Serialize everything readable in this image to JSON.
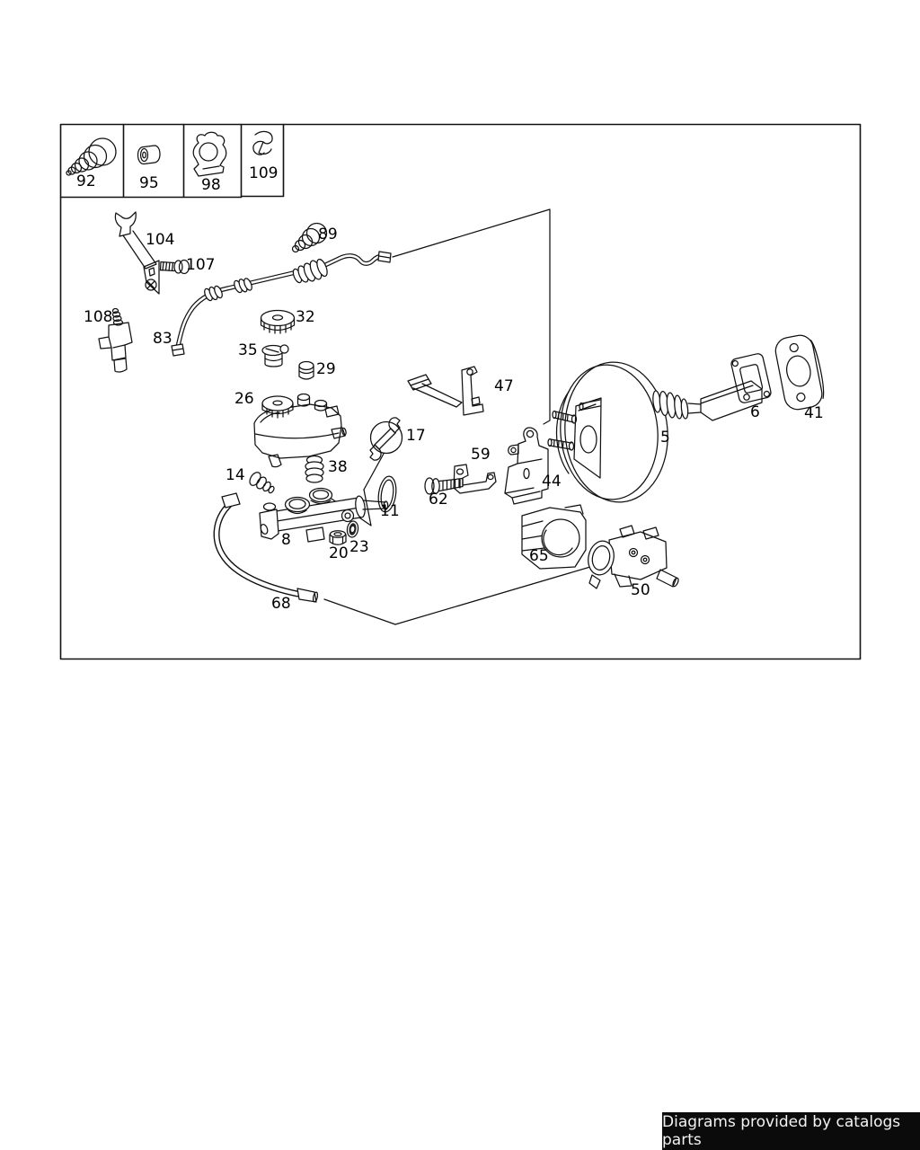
{
  "colors": {
    "line": "#111111",
    "background": "#ffffff",
    "footer_bg": "#0b0b0b",
    "footer_text": "#f2f2f2"
  },
  "footer": {
    "text": "Diagrams provided by catalogs parts"
  },
  "labels": {
    "92": "92",
    "95": "95",
    "98": "98",
    "109": "109",
    "104": "104",
    "107": "107",
    "89": "89",
    "108": "108",
    "83": "83",
    "32": "32",
    "35": "35",
    "29": "29",
    "26": "26",
    "17": "17",
    "38": "38",
    "14": "14",
    "11": "11",
    "8": "8",
    "20": "20",
    "23": "23",
    "62": "62",
    "59": "59",
    "47": "47",
    "44": "44",
    "5": "5",
    "6": "6",
    "41": "41",
    "65": "65",
    "50": "50",
    "68": "68"
  }
}
